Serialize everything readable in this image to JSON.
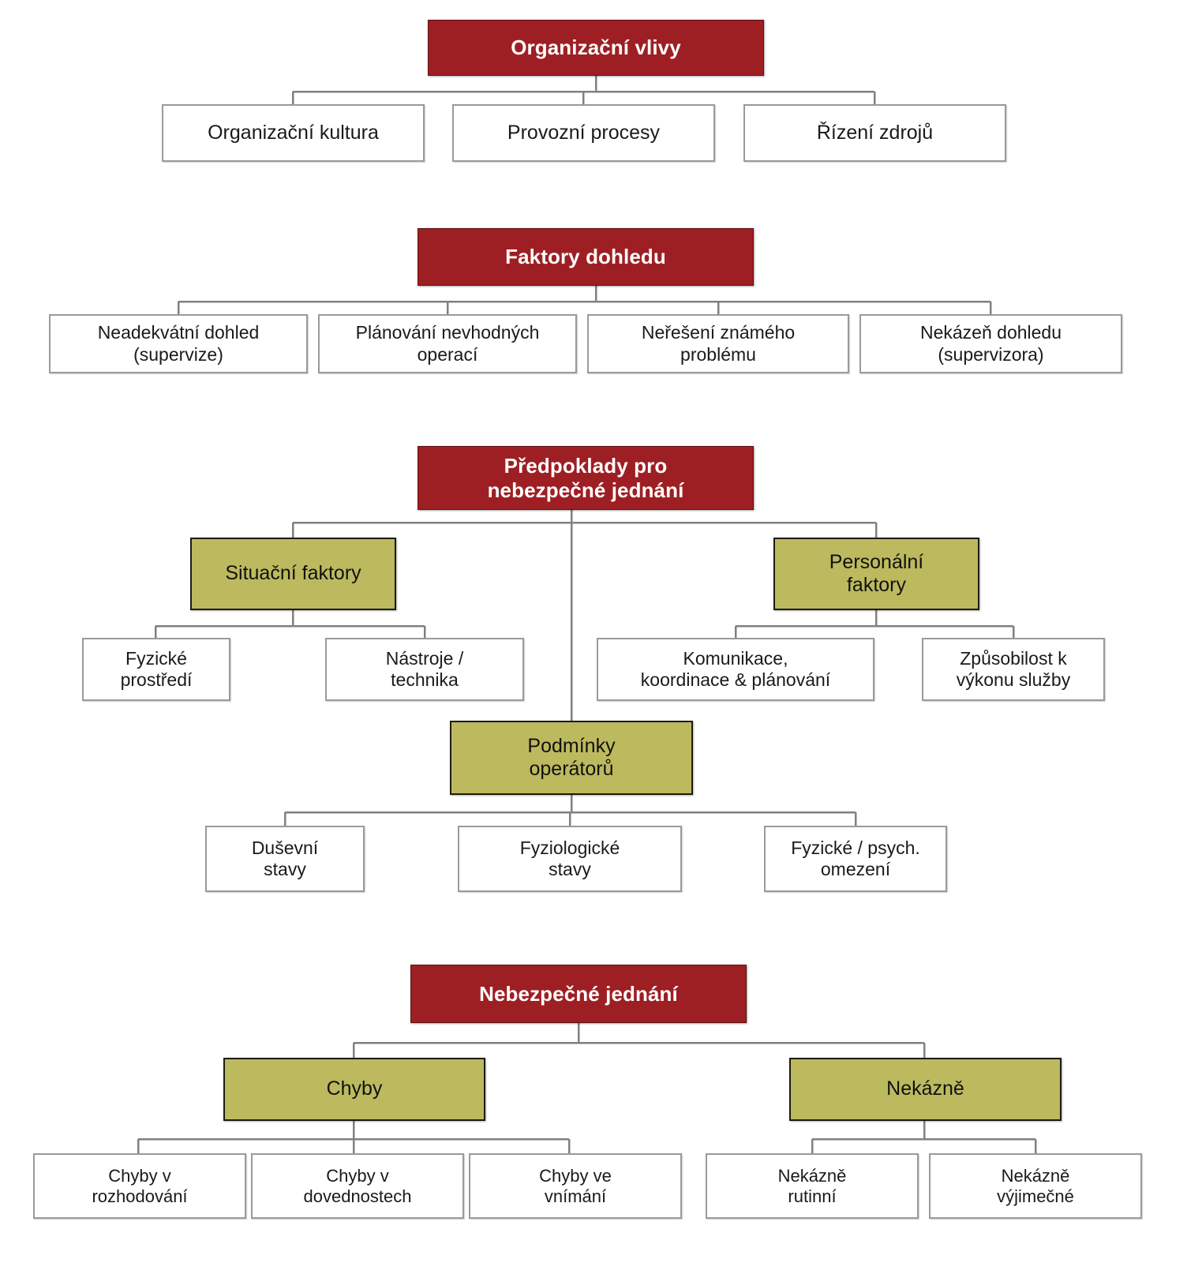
{
  "diagram": {
    "title_text": "",
    "colors": {
      "main_fill": "#9e1f23",
      "main_text": "#ffffff",
      "mid_fill": "#bdb95e",
      "mid_text": "#111111",
      "leaf_fill": "#ffffff",
      "leaf_text": "#1a1a1a",
      "connector": "#808080",
      "background": "#ffffff"
    },
    "sections": [
      {
        "id": "organizational-influences",
        "root": "Organizační vlivy",
        "children": [
          "Organizační kultura",
          "Provozní procesy",
          "Řízení zdrojů"
        ]
      },
      {
        "id": "supervision-factors",
        "root": "Faktory dohledu",
        "children": [
          "Neadekvátní dohled\n(supervize)",
          "Plánování nevhodných\noperací",
          "Neřešení známého\nproblému",
          "Nekázeň dohledu\n(supervizora)"
        ]
      },
      {
        "id": "preconditions-for-unsafe-acts",
        "root": "Předpoklady pro\nnebezpečné jednání",
        "groups": [
          {
            "id": "situational-factors",
            "label": "Situační faktory",
            "children": [
              "Fyzické\nprostředí",
              "Nástroje /\ntechnika"
            ]
          },
          {
            "id": "personnel-factors",
            "label": "Personální\nfaktory",
            "children": [
              "Komunikace,\nkoordinace & plánování",
              "Způsobilost k\nvýkonu služby"
            ]
          },
          {
            "id": "operator-conditions",
            "label": "Podmínky\noperátorů",
            "children": [
              "Duševní\nstavy",
              "Fyziologické\nstavy",
              "Fyzické / psych.\nomezení"
            ]
          }
        ]
      },
      {
        "id": "unsafe-acts",
        "root": "Nebezpečné jednání",
        "groups": [
          {
            "id": "errors",
            "label": "Chyby",
            "children": [
              "Chyby v\nrozhodování",
              "Chyby v\ndovednostech",
              "Chyby ve\nvnímání"
            ]
          },
          {
            "id": "violations",
            "label": "Nekázně",
            "children": [
              "Nekázně\nrutinní",
              "Nekázně\nvýjimečné"
            ]
          }
        ]
      }
    ]
  }
}
